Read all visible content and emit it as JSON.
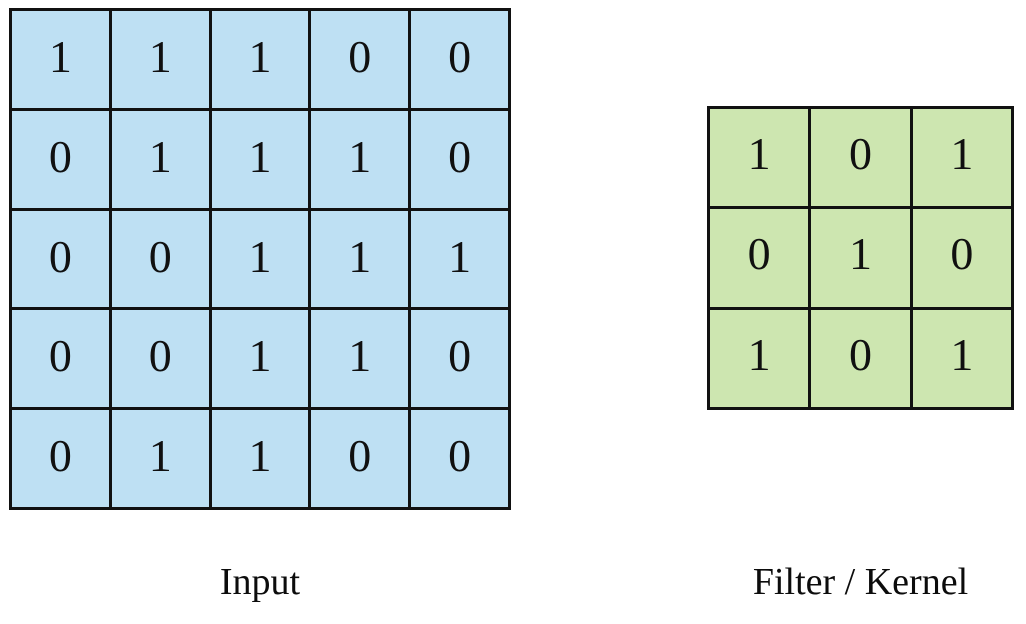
{
  "page": {
    "background_color": "#ffffff",
    "title": "Convolution input matrix and filter/kernel diagram"
  },
  "colors": {
    "input_cell_fill": "#bee0f3",
    "filter_cell_fill": "#cde6b0",
    "gridline": "#111111",
    "text": "#101010"
  },
  "input": {
    "label": "Input",
    "rows": 5,
    "cols": 5,
    "values": [
      [
        "1",
        "1",
        "1",
        "0",
        "0"
      ],
      [
        "0",
        "1",
        "1",
        "1",
        "0"
      ],
      [
        "0",
        "0",
        "1",
        "1",
        "1"
      ],
      [
        "0",
        "0",
        "1",
        "1",
        "0"
      ],
      [
        "0",
        "1",
        "1",
        "0",
        "0"
      ]
    ]
  },
  "filter": {
    "label": "Filter / Kernel",
    "rows": 3,
    "cols": 3,
    "values": [
      [
        "1",
        "0",
        "1"
      ],
      [
        "0",
        "1",
        "0"
      ],
      [
        "1",
        "0",
        "1"
      ]
    ]
  },
  "chart_data": {
    "type": "heatmap",
    "title": "",
    "xlabel": "",
    "ylabel": "",
    "grids": [
      {
        "name": "Input",
        "shape": [
          5,
          5
        ],
        "cell_fill": "#bee0f3",
        "matrix": [
          [
            1,
            1,
            1,
            0,
            0
          ],
          [
            0,
            1,
            1,
            1,
            0
          ],
          [
            0,
            0,
            1,
            1,
            1
          ],
          [
            0,
            0,
            1,
            1,
            0
          ],
          [
            0,
            1,
            1,
            0,
            0
          ]
        ]
      },
      {
        "name": "Filter / Kernel",
        "shape": [
          3,
          3
        ],
        "cell_fill": "#cde6b0",
        "matrix": [
          [
            1,
            0,
            1
          ],
          [
            0,
            1,
            0
          ],
          [
            1,
            0,
            1
          ]
        ]
      }
    ],
    "legend": [],
    "grid": true
  }
}
